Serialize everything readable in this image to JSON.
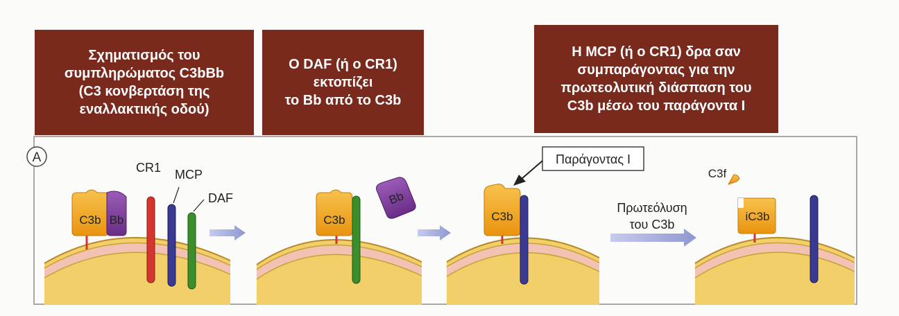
{
  "headers": {
    "step1": [
      "Σχηματισμός του",
      "συμπληρώματος C3bBb",
      "(C3 κονβερτάση της",
      "εναλλακτικής οδού)"
    ],
    "step2": [
      "O DAF (ή ο CR1)",
      "εκτοπίζει",
      "το Bb από το C3b"
    ],
    "step3": [
      "H MCP (ή ο CR1) δρα σαν",
      "συμπαράγοντας για την",
      "πρωτεολυτική διάσπαση του",
      "C3b μέσω του παράγοντα I"
    ]
  },
  "panel_label": "A",
  "labels": {
    "c3b": "C3b",
    "bb": "Bb",
    "cr1": "CR1",
    "mcp": "MCP",
    "daf": "DAF",
    "factor_i": "Παράγοντας I",
    "c3f": "C3f",
    "ic3b": "iC3b",
    "proteolysis": [
      "Πρωτεόλυση",
      "του C3b"
    ]
  },
  "colors": {
    "header_bg": "#7a2a1d",
    "c3b": "#f3a41d",
    "bb": "#7c3a98",
    "cr1": "#d6352f",
    "mcp": "#3a3a92",
    "daf": "#3a8f2c",
    "membrane_outer": "#f2cf68",
    "membrane_inner": "#f4c2b2",
    "arrow": "#9fa7d8"
  }
}
